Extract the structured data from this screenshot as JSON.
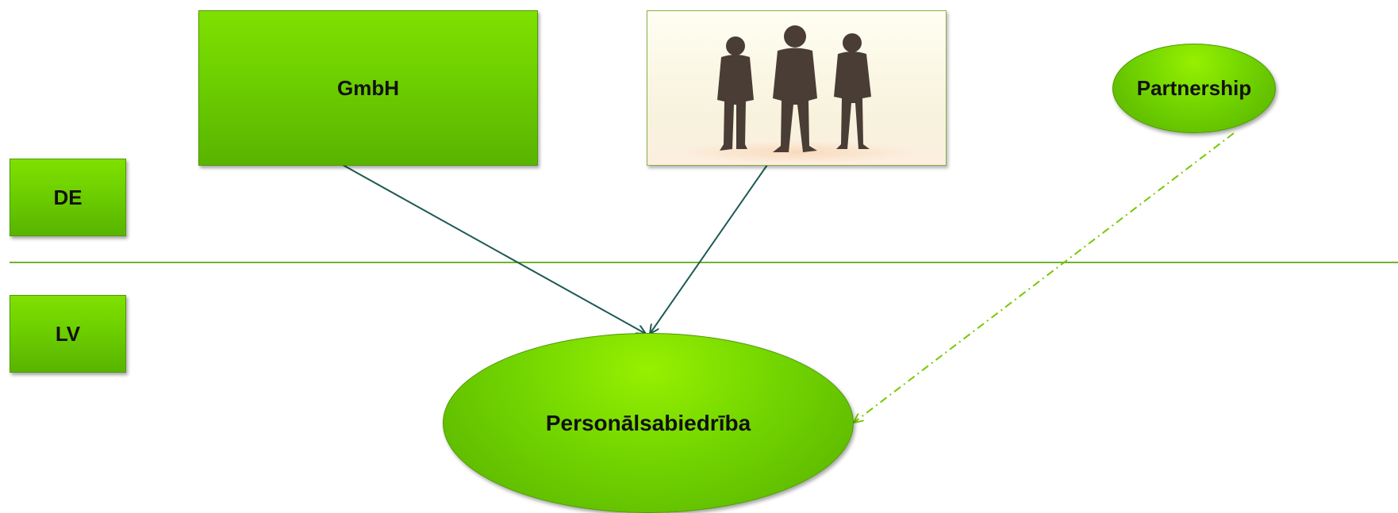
{
  "nodes": {
    "gmbh": {
      "label": "GmbH"
    },
    "partnership": {
      "label": "Partnership"
    },
    "de": {
      "label": "DE"
    },
    "lv": {
      "label": "LV"
    },
    "personalsabiedriba": {
      "label": "Personālsabiedrība"
    },
    "people_image": {
      "icon": "three-people-silhouette-icon"
    }
  },
  "colors": {
    "node_green": "#6fd100",
    "divider": "#6cb52e",
    "solid_arrow": "#1e5a54",
    "dashed_arrow": "#78c800"
  },
  "edges": [
    {
      "from": "gmbh",
      "to": "personalsabiedriba",
      "style": "solid"
    },
    {
      "from": "people_image",
      "to": "personalsabiedriba",
      "style": "solid"
    },
    {
      "from": "partnership",
      "to": "personalsabiedriba",
      "style": "dash-dot"
    }
  ]
}
